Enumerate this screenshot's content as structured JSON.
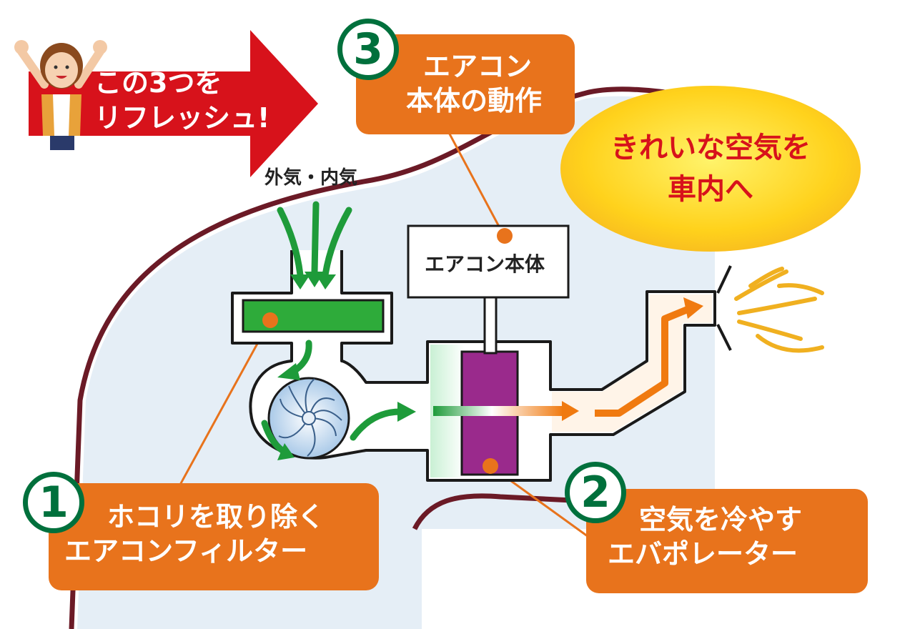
{
  "banner": {
    "line1": "この3つを",
    "line2": "リフレッシュ!",
    "color": "#d7121b"
  },
  "callout3": {
    "number": "3",
    "line1": "エアコン",
    "line2": "本体の動作"
  },
  "callout1": {
    "number": "1",
    "line1": "ホコリを取り除く",
    "line2": "エアコンフィルター"
  },
  "callout2": {
    "number": "2",
    "line1": "空気を冷やす",
    "line2": "エバポレーター"
  },
  "bubble": {
    "line1": "きれいな空気を",
    "line2": "車内へ"
  },
  "intake_label": "外気・内気",
  "unit_label": "エアコン本体",
  "colors": {
    "callout": "#e8731c",
    "badge": "#00703c",
    "filter": "#2eab3a",
    "evaporator": "#9a2a8c",
    "car_outline": "#6b1a26",
    "airflow": "#1e9b3a",
    "cool_air": "#f07a10"
  }
}
